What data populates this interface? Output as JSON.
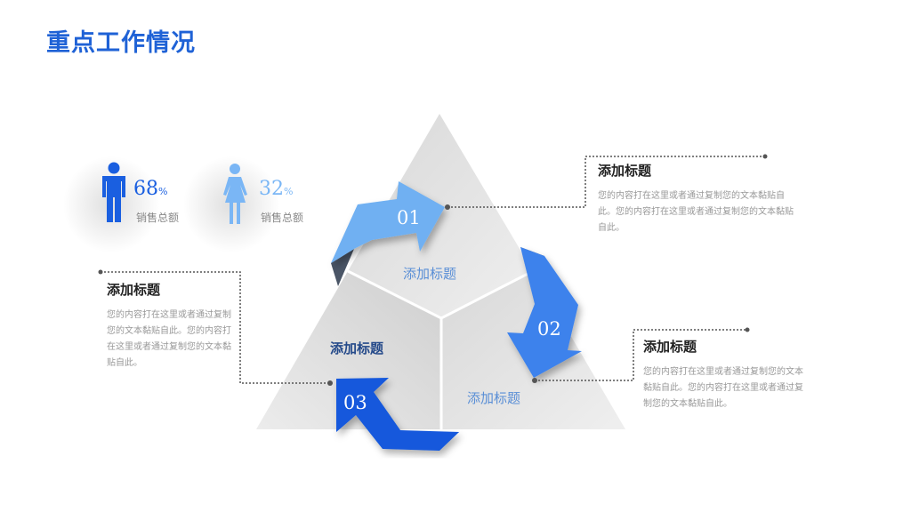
{
  "title": "重点工作情况",
  "stats": [
    {
      "value": "68",
      "unit": "%",
      "label": "销售总额",
      "icon": "male-icon",
      "color": "#1a5fe0"
    },
    {
      "value": "32",
      "unit": "%",
      "label": "销售总额",
      "icon": "female-icon",
      "color": "#7ab6f5"
    }
  ],
  "diagram": {
    "segments": [
      "添加标题",
      "添加标题",
      "添加标题"
    ],
    "arrows": [
      "01",
      "02",
      "03"
    ],
    "colors": {
      "arrow1": "#6fb0f2",
      "arrow2": "#3d82ec",
      "arrow3": "#1259dc"
    }
  },
  "callouts": [
    {
      "heading": "添加标题",
      "body": "您的内容打在这里或者通过复制您的文本黏贴自此。您的内容打在这里或者通过复制您的文本黏贴自此。"
    },
    {
      "heading": "添加标题",
      "body": "您的内容打在这里或者通过复制您的文本黏贴自此。您的内容打在这里或者通过复制您的文本黏贴自此。"
    },
    {
      "heading": "添加标题",
      "body": "您的内容打在这里或者通过复制您的文本黏贴自此。您的内容打在这里或者通过复制您的文本黏贴自此。"
    }
  ]
}
